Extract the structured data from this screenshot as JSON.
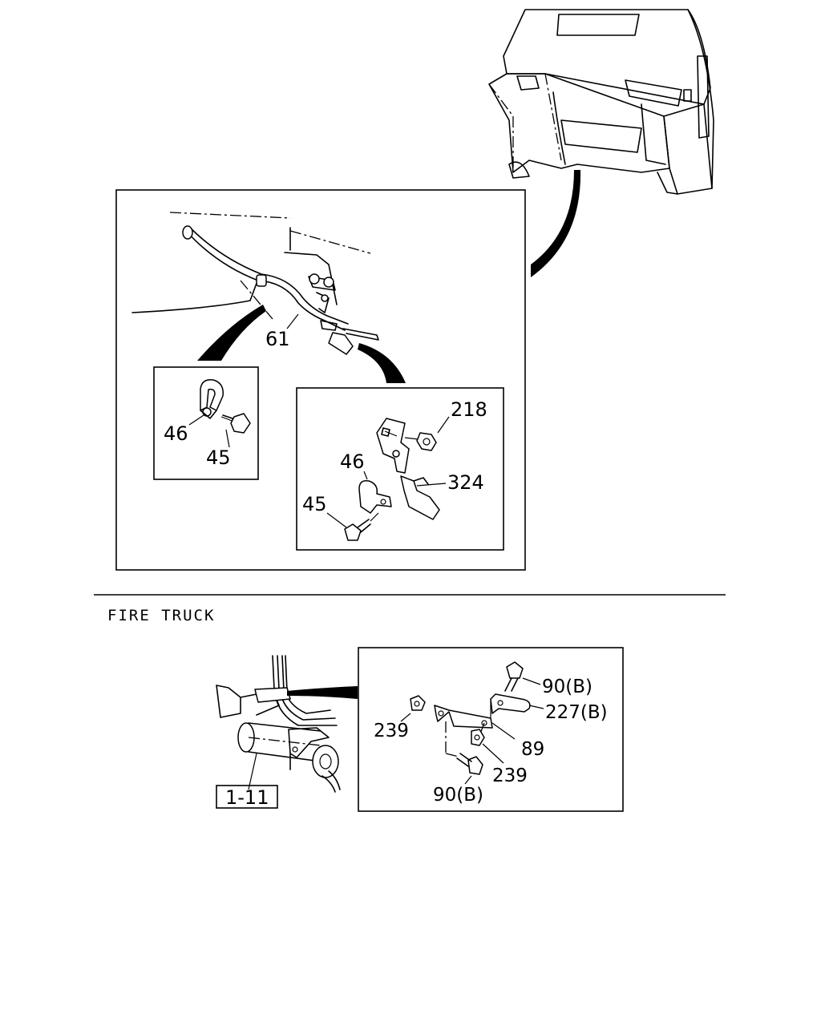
{
  "sections": {
    "fire_truck_label": "FIRE TRUCK"
  },
  "upper_detail": {
    "callouts": {
      "harness": "61",
      "clip_left": "46",
      "bolt_left": "45",
      "nut_right": "218",
      "clip_right": "46",
      "bracket_right": "324",
      "bolt_right": "45"
    }
  },
  "lower_detail": {
    "reference_box": "1-11",
    "callouts": {
      "bolt_top": "90(B)",
      "clamp": "227(B)",
      "nut_left": "239",
      "bracket": "89",
      "nut_right": "239",
      "bolt_bottom": "90(B)"
    }
  }
}
